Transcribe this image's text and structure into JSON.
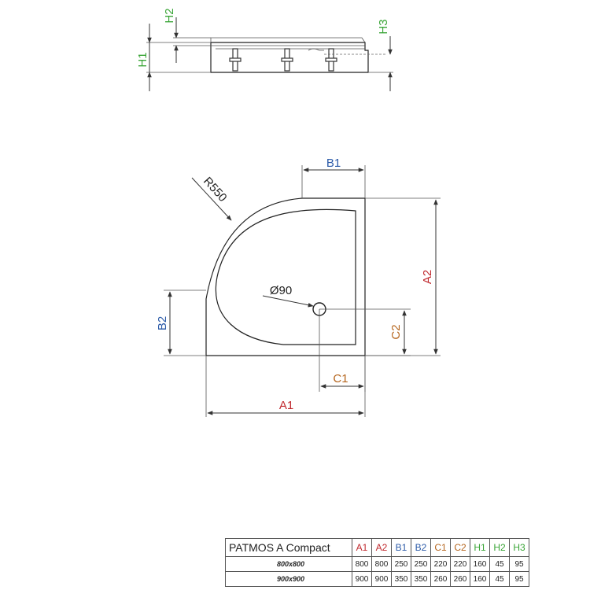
{
  "colors": {
    "A": "#c0282d",
    "B": "#2b5aa8",
    "C": "#b5651d",
    "H": "#3aa537",
    "line": "#222222"
  },
  "labels": {
    "H1": "H1",
    "H2": "H2",
    "H3": "H3",
    "A1": "A1",
    "A2": "A2",
    "B1": "B1",
    "B2": "B2",
    "C1": "C1",
    "C2": "C2",
    "radius": "R550",
    "drain": "Ø90"
  },
  "table": {
    "product": "PATMOS A Compact",
    "headers": [
      "A1",
      "A2",
      "B1",
      "B2",
      "C1",
      "C2",
      "H1",
      "H2",
      "H3"
    ],
    "rows": [
      {
        "size": "800x800",
        "values": [
          "800",
          "800",
          "250",
          "250",
          "220",
          "220",
          "160",
          "45",
          "95"
        ]
      },
      {
        "size": "900x900",
        "values": [
          "900",
          "900",
          "350",
          "350",
          "260",
          "260",
          "160",
          "45",
          "95"
        ]
      }
    ]
  }
}
